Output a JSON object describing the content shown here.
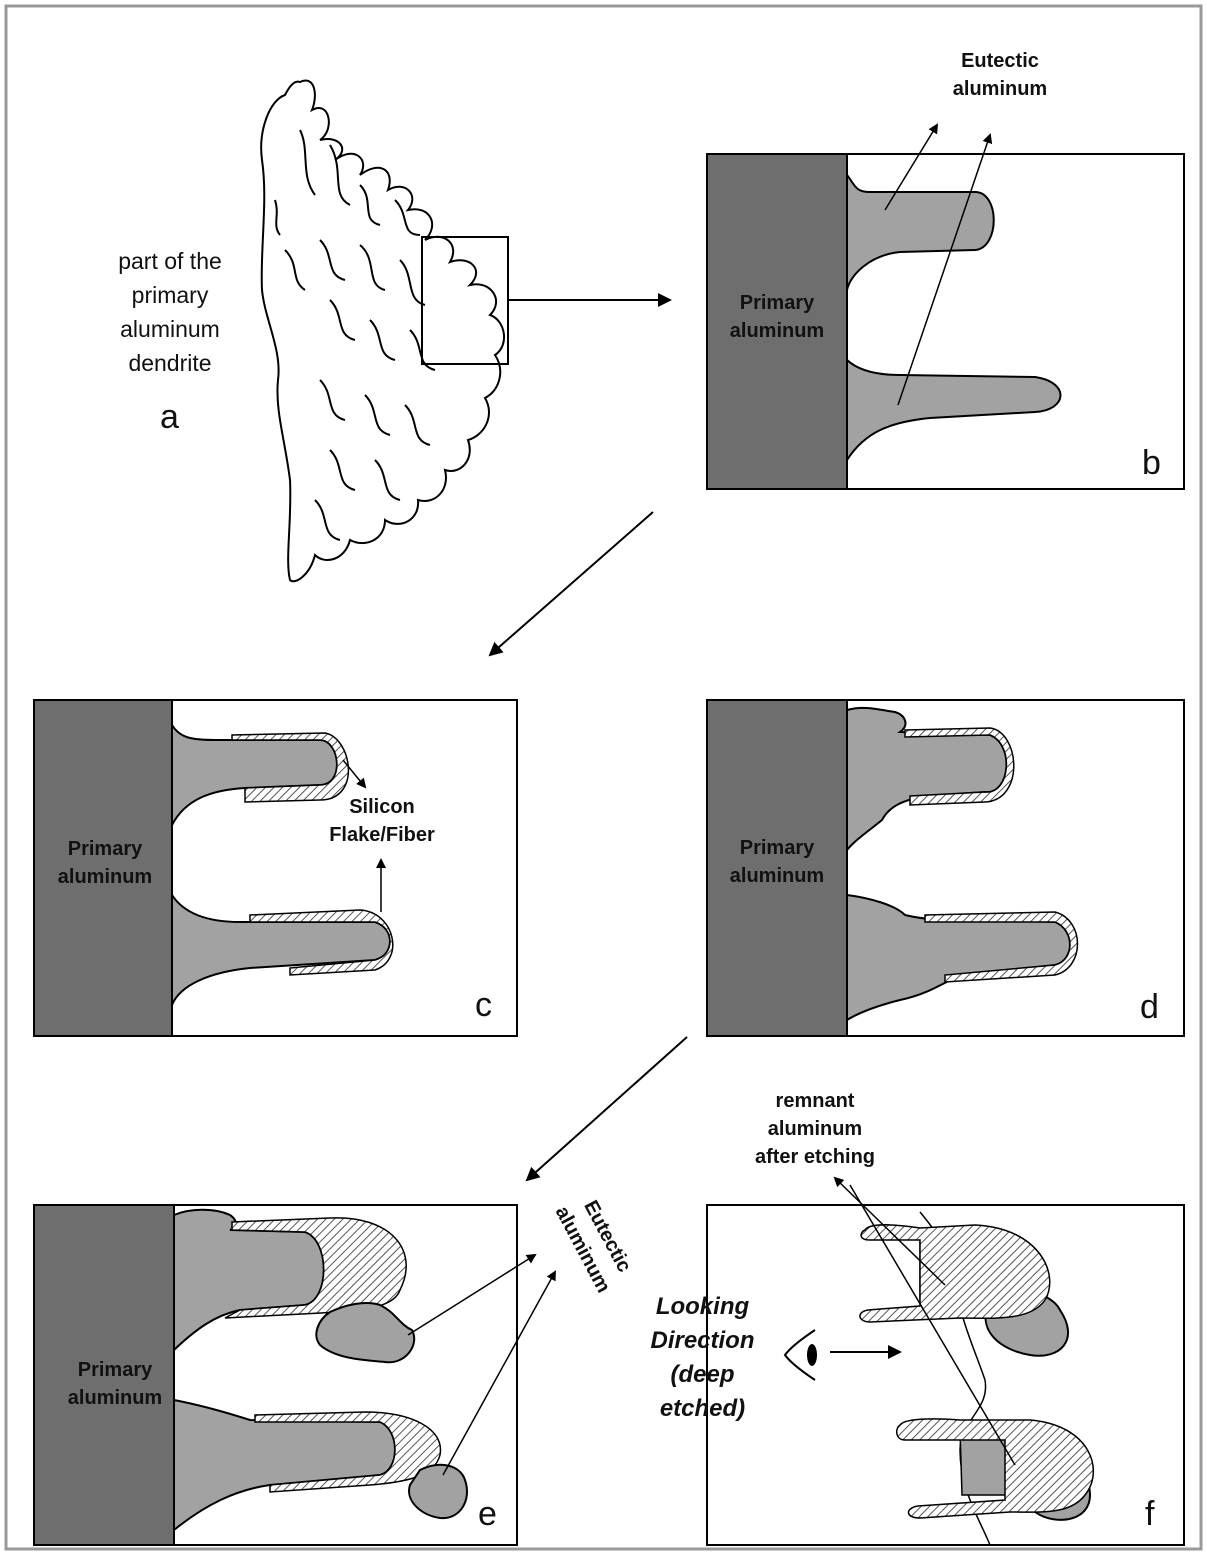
{
  "panel_a": {
    "caption": "part of the primary aluminum dendrite",
    "caption_lines": [
      "part of the",
      "primary",
      "aluminum",
      "dendrite"
    ],
    "letter": "a"
  },
  "panel_b": {
    "eutectic_lines": [
      "Eutectic",
      "aluminum"
    ],
    "primary_lines": [
      "Primary",
      "aluminum"
    ],
    "letter": "b"
  },
  "panel_c": {
    "primary_lines": [
      "Primary",
      "aluminum"
    ],
    "silicon_lines": [
      "Silicon",
      "Flake/Fiber"
    ],
    "letter": "c"
  },
  "panel_d": {
    "primary_lines": [
      "Primary",
      "aluminum"
    ],
    "letter": "d"
  },
  "panel_e": {
    "primary_lines": [
      "Primary",
      "aluminum"
    ],
    "eutectic_rotated_lines": [
      "Eutectic",
      "aluminum"
    ],
    "letter": "e"
  },
  "panel_f": {
    "remnant_lines": [
      "remnant",
      "aluminum",
      "after etching"
    ],
    "looking_lines": [
      "Looking",
      "Direction",
      "(deep",
      "etched)"
    ],
    "letter": "f"
  },
  "colors": {
    "primary_fill": "#6e6e6e",
    "eutectic_fill": "#a2a2a2",
    "silicon_hatch": "#c8c8c8",
    "outline": "#111111"
  },
  "icons": [
    "eye-icon"
  ]
}
